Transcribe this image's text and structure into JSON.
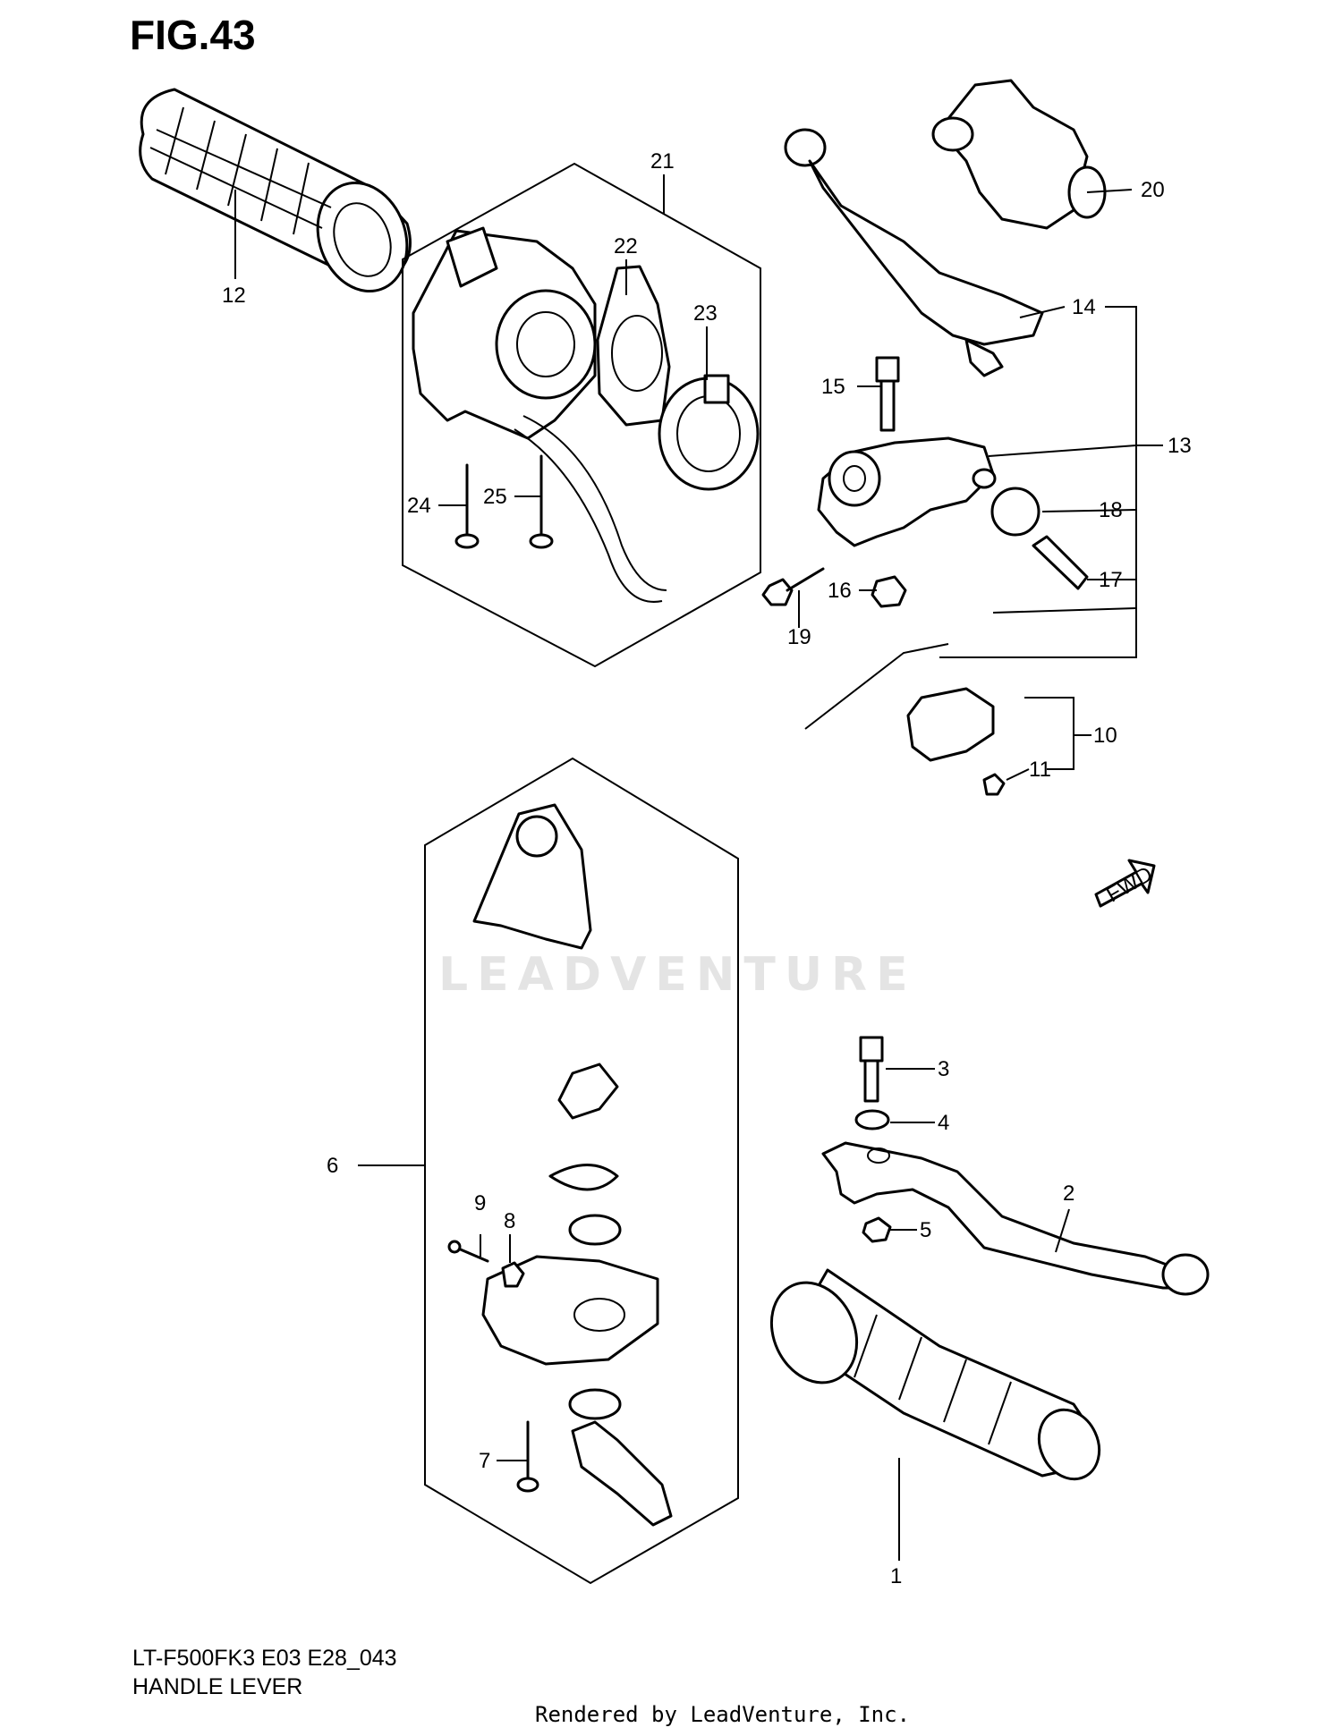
{
  "figure": {
    "title": "FIG.43",
    "model_code": "LT-F500FK3  E03  E28_043",
    "caption": "HANDLE LEVER",
    "rendered_by": "Rendered by LeadVenture, Inc.",
    "watermark": "LEADVENTURE",
    "direction_marker": "FWD"
  },
  "callouts": [
    "1",
    "2",
    "3",
    "4",
    "5",
    "6",
    "7",
    "8",
    "9",
    "10",
    "11",
    "12",
    "13",
    "14",
    "15",
    "16",
    "17",
    "18",
    "19",
    "20",
    "21",
    "22",
    "23",
    "24",
    "25"
  ],
  "parts": [
    {
      "ref": "1",
      "depiction": "right grip"
    },
    {
      "ref": "2",
      "depiction": "brake lever"
    },
    {
      "ref": "3",
      "depiction": "lever pivot bolt"
    },
    {
      "ref": "4",
      "depiction": "washer"
    },
    {
      "ref": "5",
      "depiction": "nut"
    },
    {
      "ref": "6",
      "depiction": "throttle case assembly"
    },
    {
      "ref": "7",
      "depiction": "screw"
    },
    {
      "ref": "8",
      "depiction": "nut"
    },
    {
      "ref": "9",
      "depiction": "screw"
    },
    {
      "ref": "10",
      "depiction": "switch"
    },
    {
      "ref": "11",
      "depiction": "screw"
    },
    {
      "ref": "12",
      "depiction": "left grip"
    },
    {
      "ref": "13",
      "depiction": "lever holder assembly"
    },
    {
      "ref": "14",
      "depiction": "lever"
    },
    {
      "ref": "15",
      "depiction": "bolt"
    },
    {
      "ref": "16",
      "depiction": "nut"
    },
    {
      "ref": "17",
      "depiction": "adjuster"
    },
    {
      "ref": "18",
      "depiction": "adjuster nut"
    },
    {
      "ref": "19",
      "depiction": "bolt"
    },
    {
      "ref": "20",
      "depiction": "lock lever"
    },
    {
      "ref": "21",
      "depiction": "switch assembly"
    },
    {
      "ref": "22",
      "depiction": "switch knob"
    },
    {
      "ref": "23",
      "depiction": "switch case"
    },
    {
      "ref": "24",
      "depiction": "screw"
    },
    {
      "ref": "25",
      "depiction": "screw"
    }
  ]
}
